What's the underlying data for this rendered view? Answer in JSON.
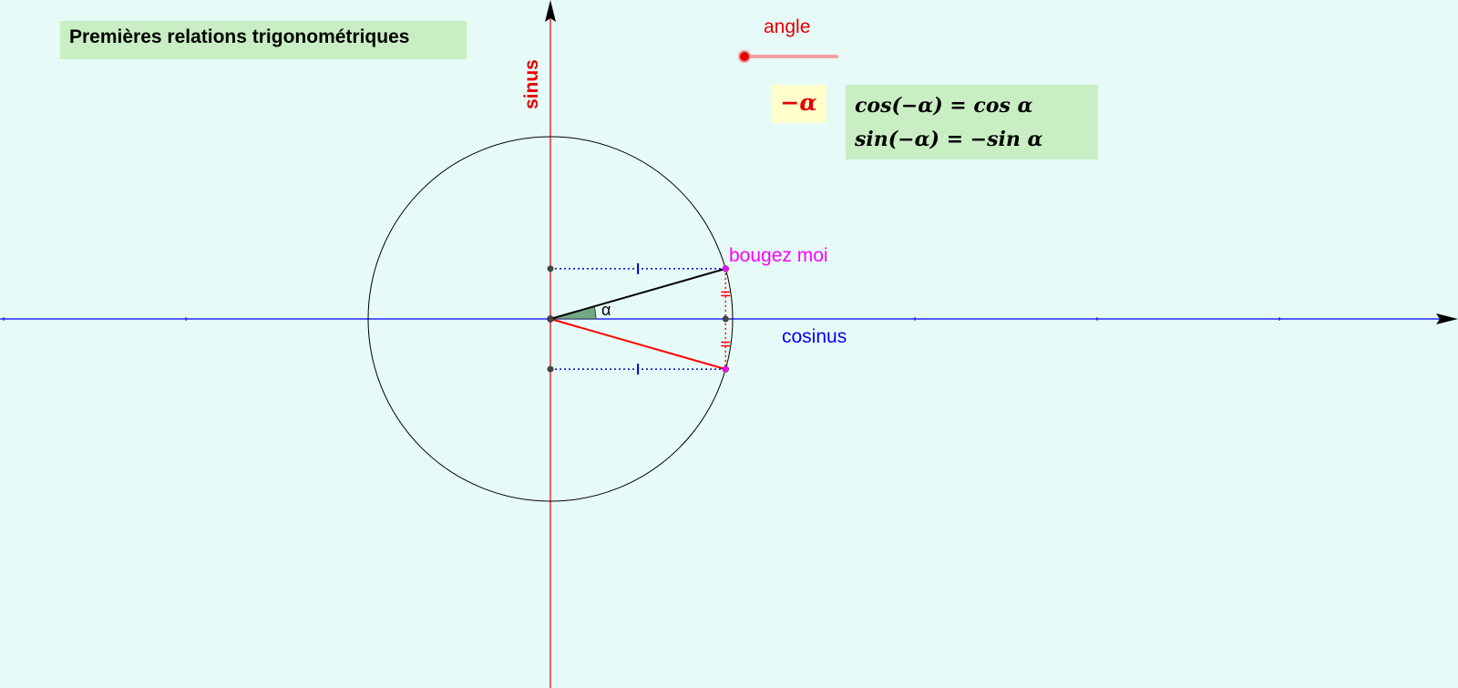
{
  "title": "Premières relations trigonométriques",
  "slider": {
    "label": "angle"
  },
  "angle_box": {
    "text": "−α"
  },
  "formulas": {
    "line1": "cos(−α) = cos α",
    "line2": "sin(−α) = −sin α"
  },
  "labels": {
    "y_axis": "sinus",
    "x_axis": "cosinus",
    "point": "bougez moi",
    "angle": "α"
  },
  "geometry": {
    "alpha_degrees": 16
  },
  "colors": {
    "background": "#e6fbf8",
    "x_axis": "#0000ff",
    "y_axis": "#e60000",
    "point_label": "#ff00ff",
    "angle_fill": "#5a9a6e",
    "dotted": "#0000cc"
  }
}
